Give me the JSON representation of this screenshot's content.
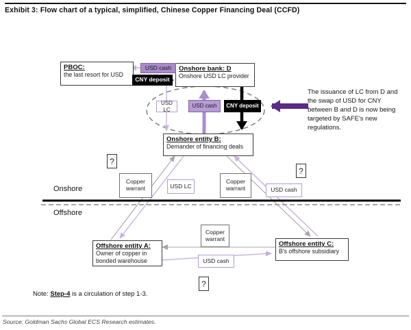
{
  "title": "Exhibit 3: Flow chart of a typical, simplified, Chinese Copper Financing Deal (CCFD)",
  "colors": {
    "purple_box": "#a98bcb",
    "purple_box_light": "#b79bd6",
    "purple_border": "#84639f",
    "purple_outline": "#b09cce",
    "purple_line": "#c4b2dd",
    "purple_arrow": "#a98fcd",
    "dark_purple": "#5b2c87",
    "gray_line": "#a8a2ac"
  },
  "nodes": {
    "pboc": {
      "title": "PBOC:",
      "subtitle": "the last resort for USD"
    },
    "bank_d": {
      "title": "Onshore bank: D",
      "subtitle": "Onshore USD LC provider"
    },
    "entity_b": {
      "title": "Onshore entity B:",
      "subtitle": "Demander of financing deals"
    },
    "entity_a": {
      "title": "Offshore entity A:",
      "subtitle": "Owner of copper in bonded warehouse"
    },
    "entity_c": {
      "title": "Offshore entity C:",
      "subtitle": "B's offshore subsidiary"
    }
  },
  "flows": {
    "usd_cash_pboc": "USD cash",
    "cny_deposit_pboc": "CNY deposit",
    "usd_lc_ellipse": "USD LC",
    "usd_cash_ellipse": "USD cash",
    "cny_deposit_ellipse": "CNY deposit",
    "copper_warrant_ab": "Copper warrant",
    "usd_lc_ba": "USD LC",
    "copper_warrant_bc": "Copper warrant",
    "usd_cash_cb": "USD cash",
    "copper_warrant_ca": "Copper warrant",
    "usd_cash_ac": "USD cash"
  },
  "regions": {
    "onshore": "Onshore",
    "offshore": "Offshore"
  },
  "annotation": "The issuance of LC from D and the swap of USD for CNY between B and D is now being targeted by SAFE's new regulations.",
  "question_mark": "?",
  "note": {
    "prefix": "Note: ",
    "step": "Step-4",
    "suffix": " is a circulation of step 1-3."
  },
  "source": "Source: Goldman Sachs Global ECS Research estimates."
}
